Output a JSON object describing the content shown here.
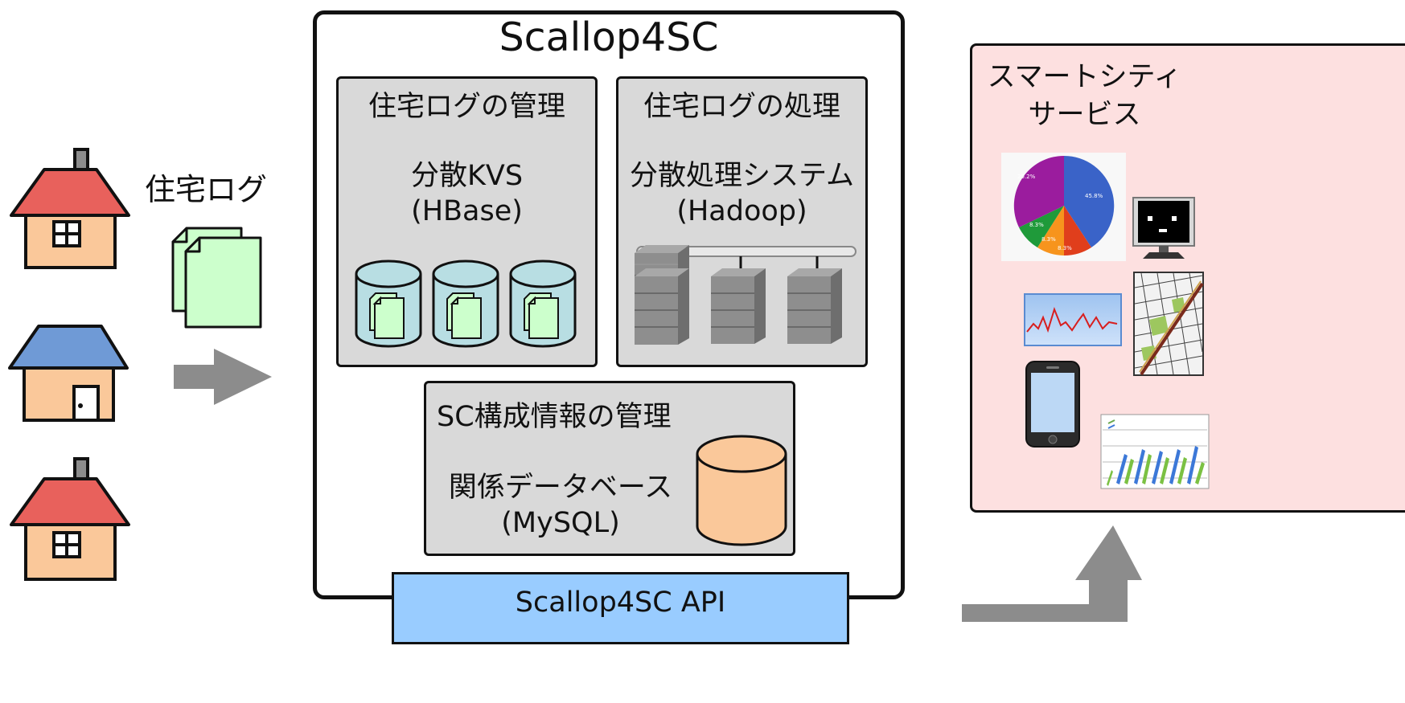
{
  "system": {
    "title": "Scallop4SC",
    "api_label": "Scallop4SC API"
  },
  "input": {
    "housing_log_label": "住宅ログ"
  },
  "panels": {
    "kvs": {
      "title": "住宅ログの管理",
      "line1": "分散KVS",
      "line2": "(HBase)"
    },
    "hadoop": {
      "title": "住宅ログの処理",
      "line1": "分散処理システム",
      "line2": "(Hadoop)"
    },
    "sc": {
      "title": "SC構成情報の管理",
      "line1": "関係データベース",
      "line2": "(MySQL)"
    }
  },
  "service": {
    "title_line1": "スマートシティ",
    "title_line2": "サービス",
    "pie_labels": [
      "29.2%",
      "45.8%",
      "8.3%",
      "8.3%",
      "8.3%"
    ]
  },
  "colors": {
    "house_red_roof": "#e8615c",
    "house_blue_roof": "#6f9ad6",
    "house_wall": "#fac89a",
    "document": "#ccffcc",
    "cylinder_blue": "#b8dee3",
    "cylinder_orange": "#fac89a",
    "panel_gray": "#d9d9d9",
    "api_blue": "#99ccff",
    "service_pink": "#fde0e0",
    "arrow_gray": "#8c8c8c"
  }
}
